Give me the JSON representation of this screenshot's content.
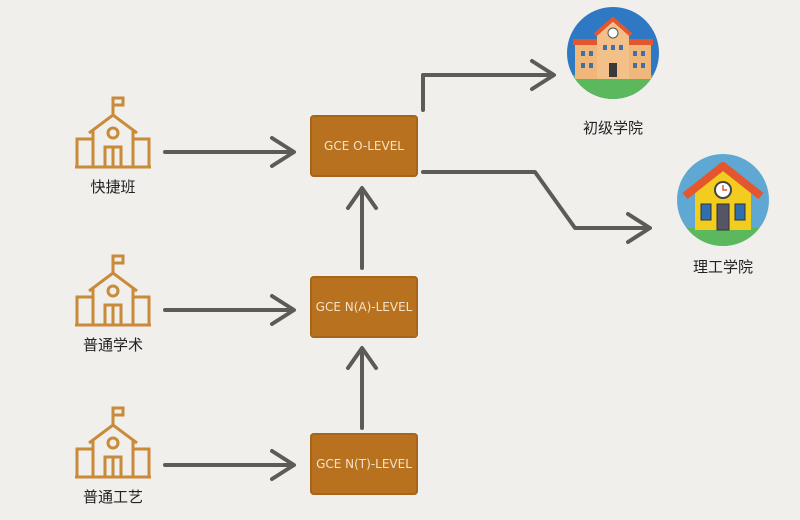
{
  "sources": [
    {
      "label": "快捷班"
    },
    {
      "label": "普通学术"
    },
    {
      "label": "普通工艺"
    }
  ],
  "exams": {
    "o_level": "GCE O-LEVEL",
    "na_level": "GCE N(A)-LEVEL",
    "nt_level": "GCE N(T)-LEVEL"
  },
  "destinations": [
    {
      "label": "初级学院"
    },
    {
      "label": "理工学院"
    }
  ],
  "colors": {
    "background": "#f1efec",
    "box": "#b8721f",
    "arrow": "#5d5a57",
    "icon": "#c98a3a"
  }
}
